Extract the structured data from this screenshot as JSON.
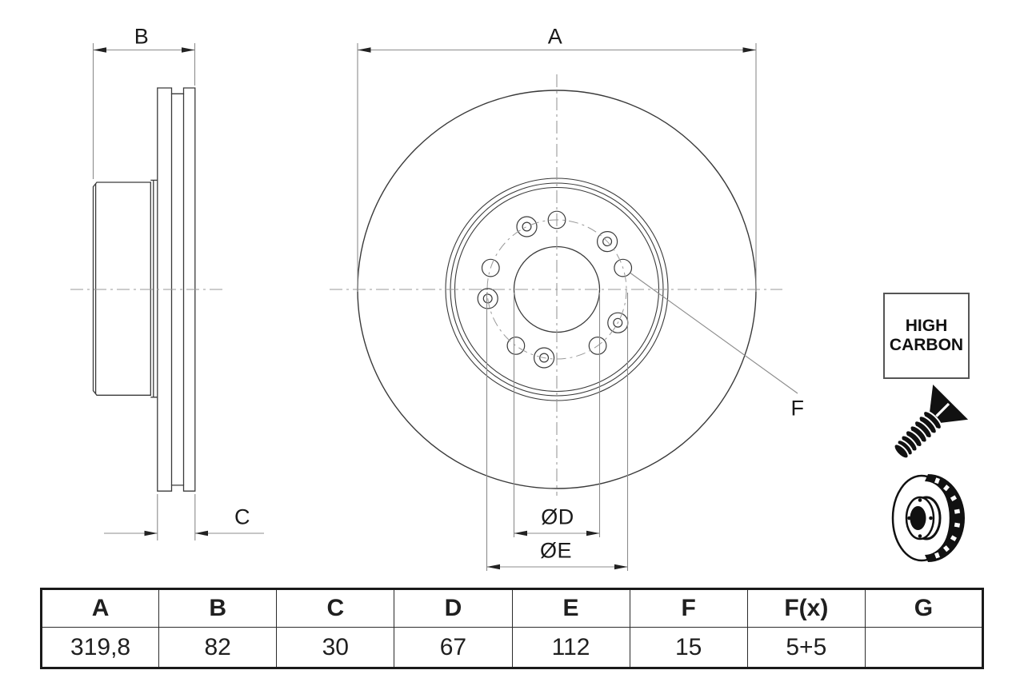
{
  "drawing": {
    "labels": {
      "a": "A",
      "b": "B",
      "c": "C",
      "d": "ØD",
      "e": "ØE",
      "f": "F"
    },
    "colors": {
      "outline": "#3a3a3a",
      "dimension": "#8c8c8c",
      "centerline": "#999999",
      "arrow": "#222222",
      "text": "#1a1a1a"
    }
  },
  "badge": {
    "line1": "HIGH",
    "line2": "CARBON"
  },
  "icons": {
    "screw": "countersunk-screw-icon",
    "disc": "vented-brake-disc-icon"
  },
  "table": {
    "headers": [
      "A",
      "B",
      "C",
      "D",
      "E",
      "F",
      "F(x)",
      "G"
    ],
    "values": [
      "319,8",
      "82",
      "30",
      "67",
      "112",
      "15",
      "5+5",
      ""
    ]
  }
}
